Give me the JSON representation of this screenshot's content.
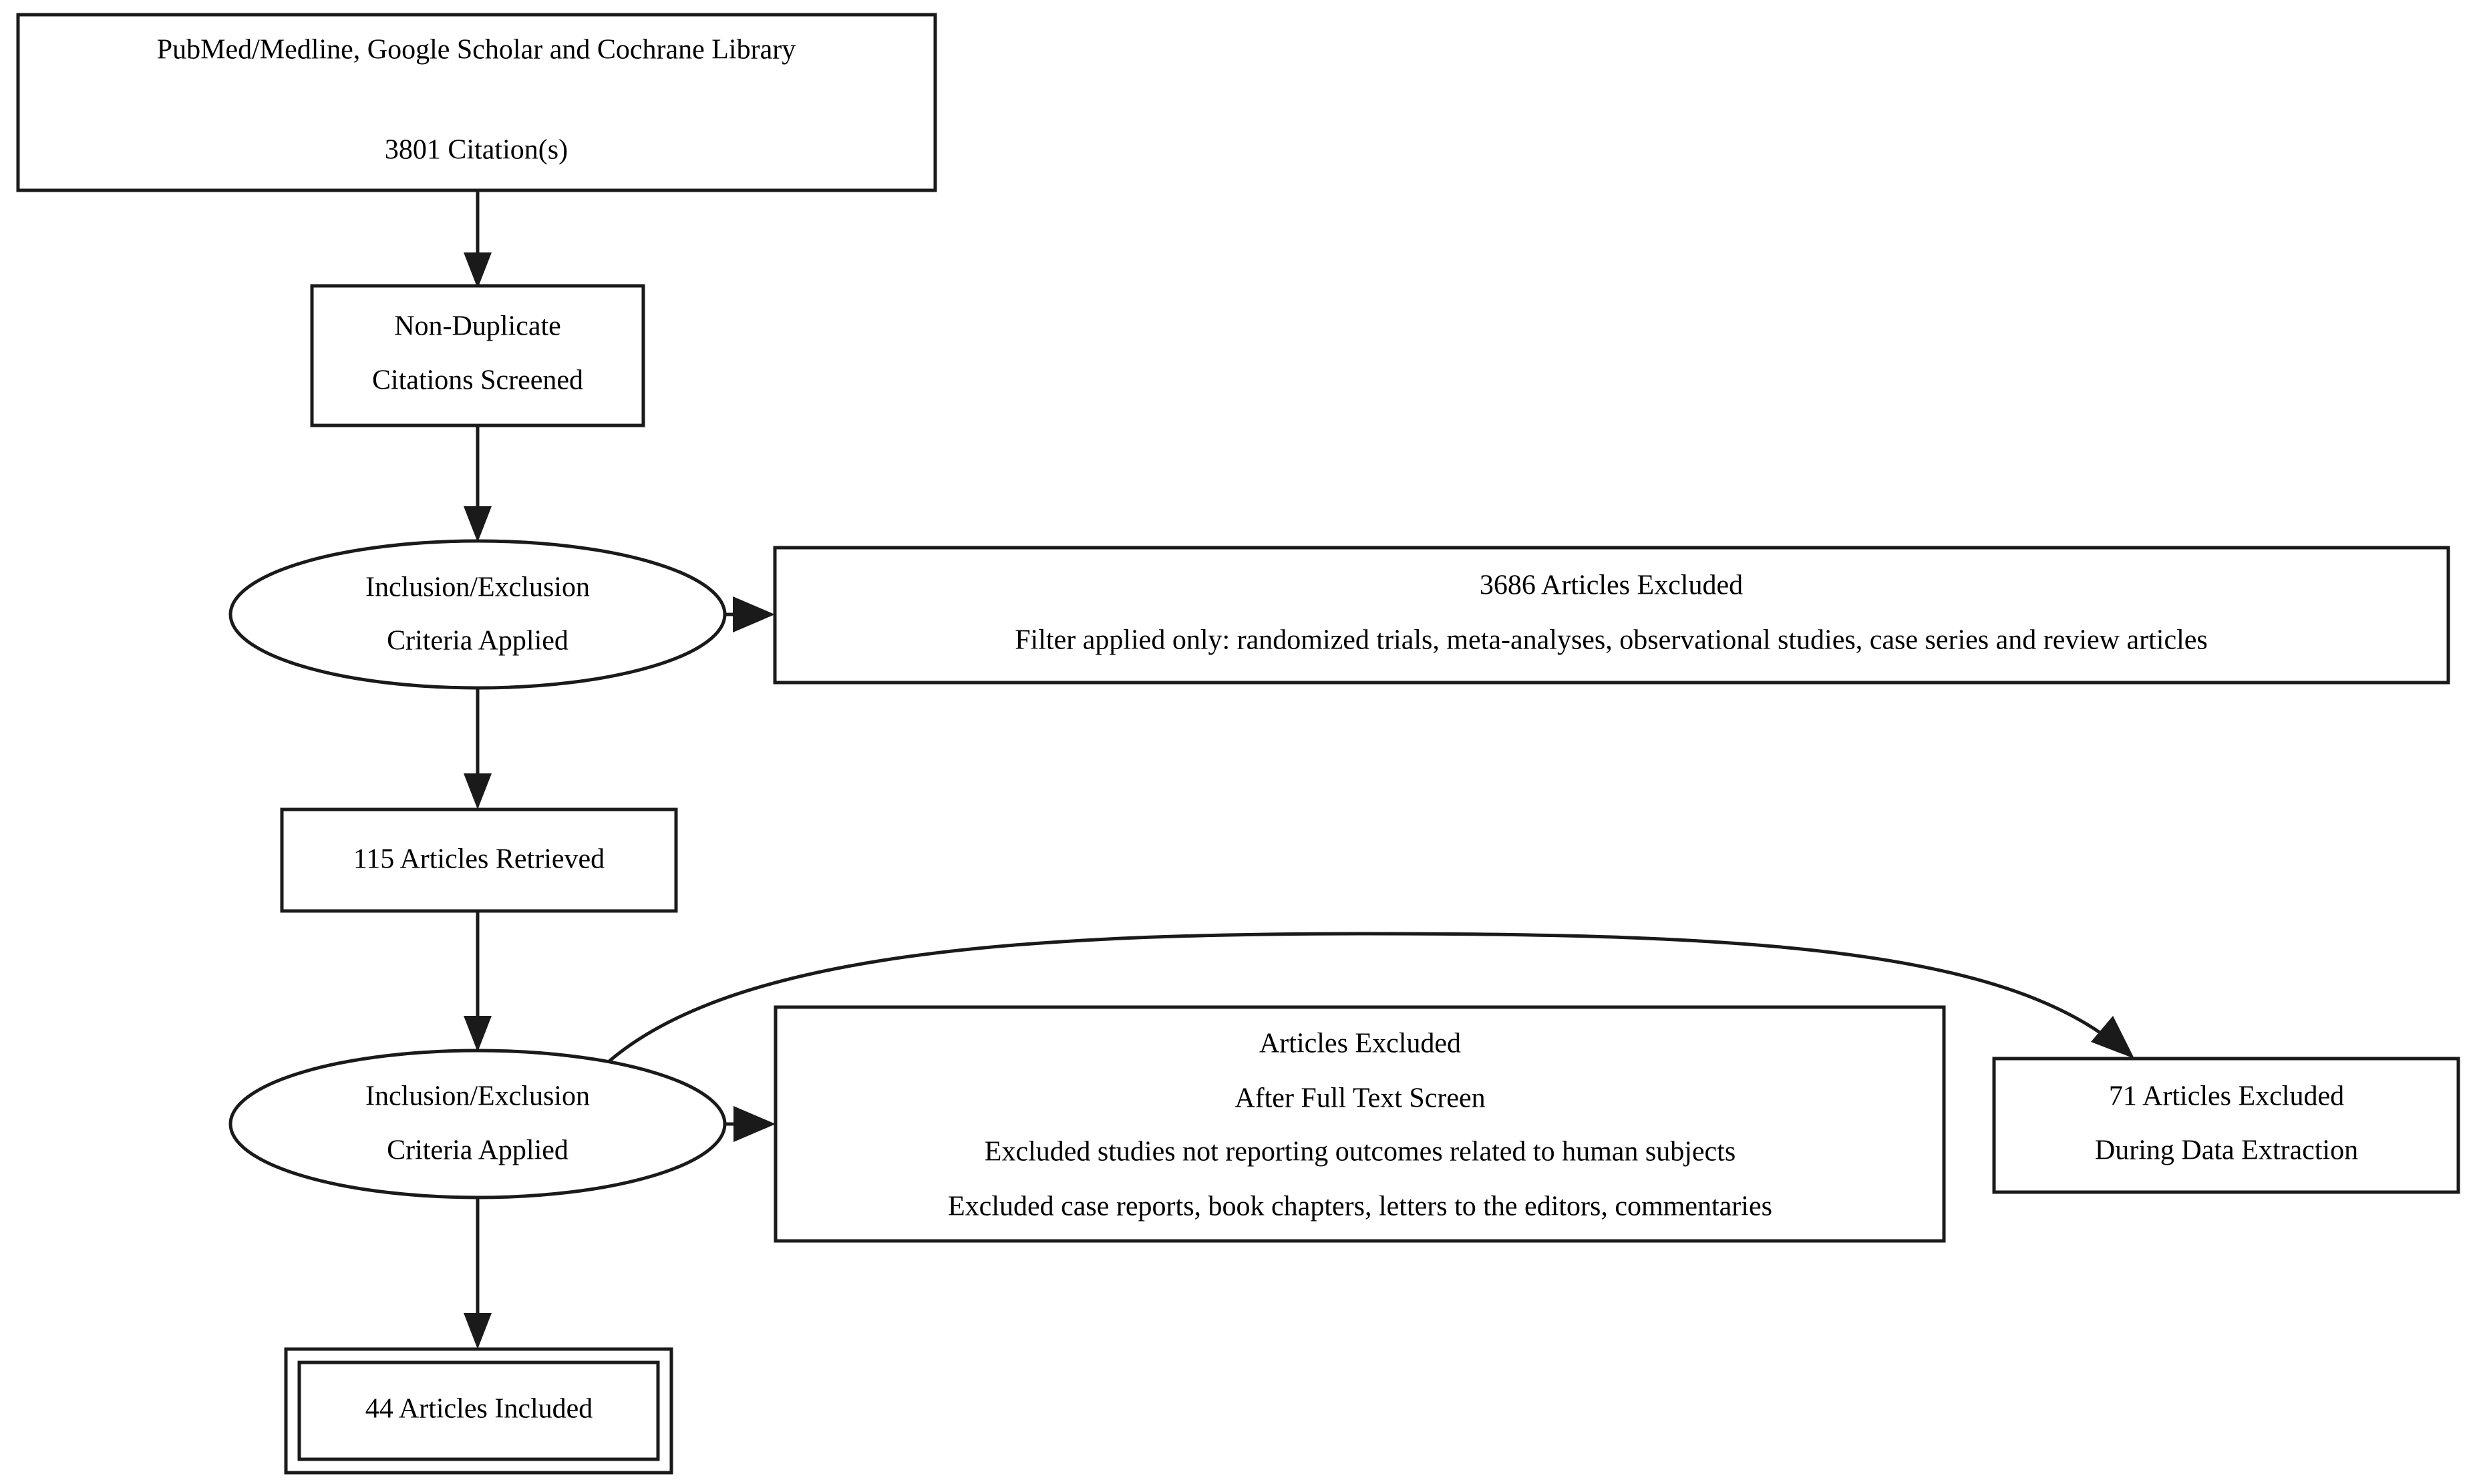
{
  "diagram": {
    "type": "prisma-flow-diagram",
    "title": "Literature search and selection flow",
    "background_color": "#ffffff",
    "stroke_color": "#1a1a1a",
    "text_color": "#000000",
    "nodes": [
      {
        "id": "sources",
        "shape": "rectangle",
        "lines": [
          "PubMed/Medline, Google Scholar and Cochrane Library",
          "3801 Citation(s)"
        ],
        "line1": "PubMed/Medline, Google Scholar and Cochrane Library",
        "line2": "3801 Citation(s)",
        "count": 3801
      },
      {
        "id": "screened",
        "shape": "rectangle",
        "lines": [
          "Non-Duplicate",
          "Citations Screened"
        ],
        "line1": "Non-Duplicate",
        "line2": "Citations Screened"
      },
      {
        "id": "criteria1",
        "shape": "ellipse",
        "lines": [
          "Inclusion/Exclusion",
          "Criteria Applied"
        ],
        "line1": "Inclusion/Exclusion",
        "line2": "Criteria Applied"
      },
      {
        "id": "excluded3686",
        "shape": "rectangle",
        "lines": [
          "3686 Articles Excluded",
          "Filter applied only: randomized trials, meta-analyses, observational studies, case series and review articles"
        ],
        "line1": "3686 Articles Excluded",
        "line2": "Filter applied only: randomized trials, meta-analyses, observational studies, case series and review articles",
        "count": 3686
      },
      {
        "id": "retrieved115",
        "shape": "rectangle",
        "lines": [
          "115 Articles Retrieved"
        ],
        "line1": "115 Articles Retrieved",
        "count": 115
      },
      {
        "id": "criteria2",
        "shape": "ellipse",
        "lines": [
          "Inclusion/Exclusion",
          "Criteria Applied"
        ],
        "line1": "Inclusion/Exclusion",
        "line2": "Criteria Applied"
      },
      {
        "id": "excludedfulltext",
        "shape": "rectangle",
        "lines": [
          "Articles Excluded",
          "After Full Text Screen",
          "Excluded studies not reporting outcomes related to human subjects",
          "Excluded case reports, book chapters, letters to the editors, commentaries"
        ],
        "line1": "Articles Excluded",
        "line2": "After Full Text Screen",
        "line3": "Excluded studies not reporting outcomes related to human subjects",
        "line4": "Excluded case reports, book chapters, letters to the editors, commentaries"
      },
      {
        "id": "excluded71",
        "shape": "rectangle",
        "lines": [
          "71 Articles Excluded",
          "During Data Extraction"
        ],
        "line1": "71 Articles Excluded",
        "line2": "During Data Extraction",
        "count": 71
      },
      {
        "id": "included44",
        "shape": "double-rectangle",
        "lines": [
          "44 Articles Included"
        ],
        "line1": "44 Articles Included",
        "count": 44
      }
    ],
    "edges": [
      {
        "id": "e1",
        "from": "sources",
        "to": "screened",
        "style": "straight-down",
        "arrow": true
      },
      {
        "id": "e2",
        "from": "screened",
        "to": "criteria1",
        "style": "straight-down",
        "arrow": true
      },
      {
        "id": "e3",
        "from": "criteria1",
        "to": "excluded3686",
        "style": "straight-right",
        "arrow": true
      },
      {
        "id": "e4",
        "from": "criteria1",
        "to": "retrieved115",
        "style": "straight-down",
        "arrow": true
      },
      {
        "id": "e5",
        "from": "retrieved115",
        "to": "criteria2",
        "style": "straight-down",
        "arrow": true
      },
      {
        "id": "e6",
        "from": "criteria2",
        "to": "excludedfulltext",
        "style": "straight-right",
        "arrow": true
      },
      {
        "id": "e7",
        "from": "criteria2",
        "to": "excluded71",
        "style": "curved-over",
        "arrow": true
      },
      {
        "id": "e8",
        "from": "criteria2",
        "to": "included44",
        "style": "straight-down",
        "arrow": true
      }
    ]
  }
}
